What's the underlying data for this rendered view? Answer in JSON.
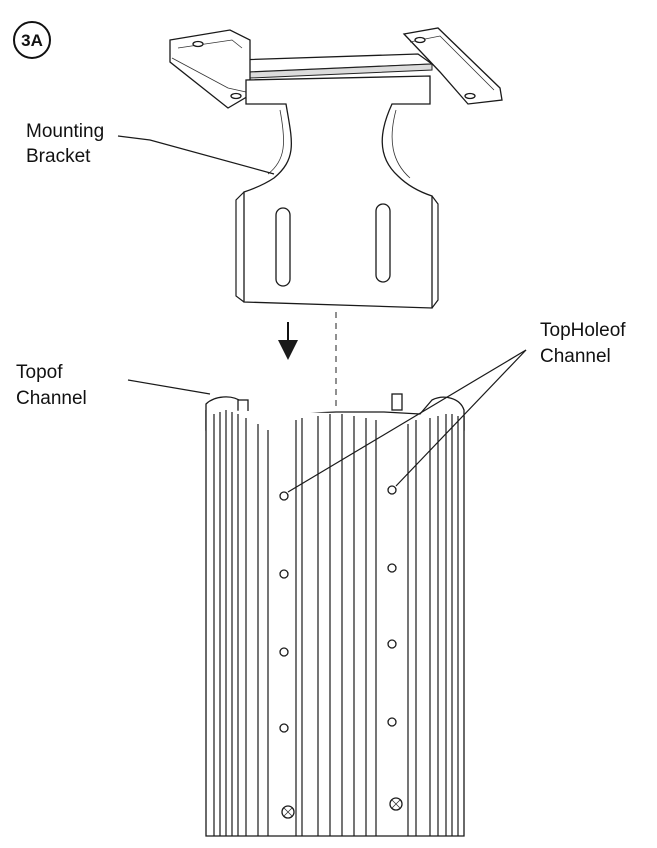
{
  "step": {
    "label": "3A"
  },
  "labels": {
    "mounting_bracket": [
      "Mounting",
      "Bracket"
    ],
    "top_of_channel": [
      "Topof",
      "Channel"
    ],
    "top_hole_of_channel": [
      "TopHoleof",
      "Channel"
    ]
  },
  "colors": {
    "line": "#1a1a1a",
    "shade": "#dcdcdc",
    "background": "#ffffff"
  },
  "icons": {
    "direction": "down-arrow-icon"
  }
}
